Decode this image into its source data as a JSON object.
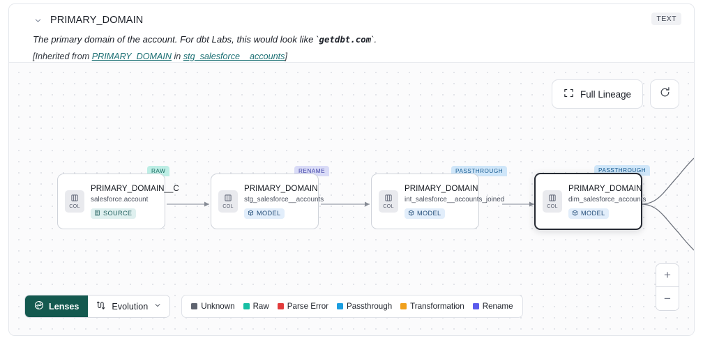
{
  "header": {
    "collapse_icon": "chevron-down-icon",
    "title": "PRIMARY_DOMAIN",
    "type_badge": "TEXT",
    "description_prefix": "The primary domain of the account. For dbt Labs, this would look like `",
    "description_code": "getdbt.com",
    "description_suffix": "`.",
    "inherited_prefix": "[Inherited from ",
    "inherited_link_1": "PRIMARY_DOMAIN",
    "inherited_mid": " in ",
    "inherited_link_2": "stg_salesforce__accounts",
    "inherited_suffix": "]"
  },
  "toolbar": {
    "full_lineage_label": "Full Lineage",
    "full_lineage_icon": "expand-corners-icon",
    "refresh_icon": "refresh-icon"
  },
  "zoom_controls": {
    "zoom_in_label": "+",
    "zoom_out_label": "−"
  },
  "graph": {
    "nodes": [
      {
        "tag": "RAW",
        "tag_kind": "raw",
        "col_label": "COL",
        "name": "PRIMARY_DOMAIN__C",
        "subtitle": "salesforce.account",
        "pill_label": "SOURCE",
        "pill_kind": "source",
        "pill_icon": "database-icon",
        "selected": false
      },
      {
        "tag": "RENAME",
        "tag_kind": "ren",
        "col_label": "COL",
        "name": "PRIMARY_DOMAIN",
        "subtitle": "stg_salesforce__accounts",
        "pill_label": "MODEL",
        "pill_kind": "model",
        "pill_icon": "cube-icon",
        "selected": false
      },
      {
        "tag": "PASSTHROUGH",
        "tag_kind": "pass",
        "col_label": "COL",
        "name": "PRIMARY_DOMAIN",
        "subtitle": "int_salesforce__accounts_joined",
        "pill_label": "MODEL",
        "pill_kind": "model",
        "pill_icon": "cube-icon",
        "selected": false
      },
      {
        "tag": "PASSTHROUGH",
        "tag_kind": "pass",
        "col_label": "COL",
        "name": "PRIMARY_DOMAIN",
        "subtitle": "dim_salesforce_accounts",
        "pill_label": "MODEL",
        "pill_kind": "model",
        "pill_icon": "cube-icon",
        "selected": true
      }
    ]
  },
  "bottom": {
    "lenses_label": "Lenses",
    "lenses_icon": "lens-aperture-icon",
    "evolution_label": "Evolution",
    "evolution_icon": "evolution-flow-icon",
    "evolution_caret": "chevron-down-icon",
    "legend": [
      {
        "label": "Unknown",
        "color": "#5f6470"
      },
      {
        "label": "Raw",
        "color": "#18bfa4"
      },
      {
        "label": "Parse Error",
        "color": "#e23b3b"
      },
      {
        "label": "Passthrough",
        "color": "#1b9ee0"
      },
      {
        "label": "Transformation",
        "color": "#f0a01c"
      },
      {
        "label": "Rename",
        "color": "#5b5bec"
      }
    ]
  }
}
